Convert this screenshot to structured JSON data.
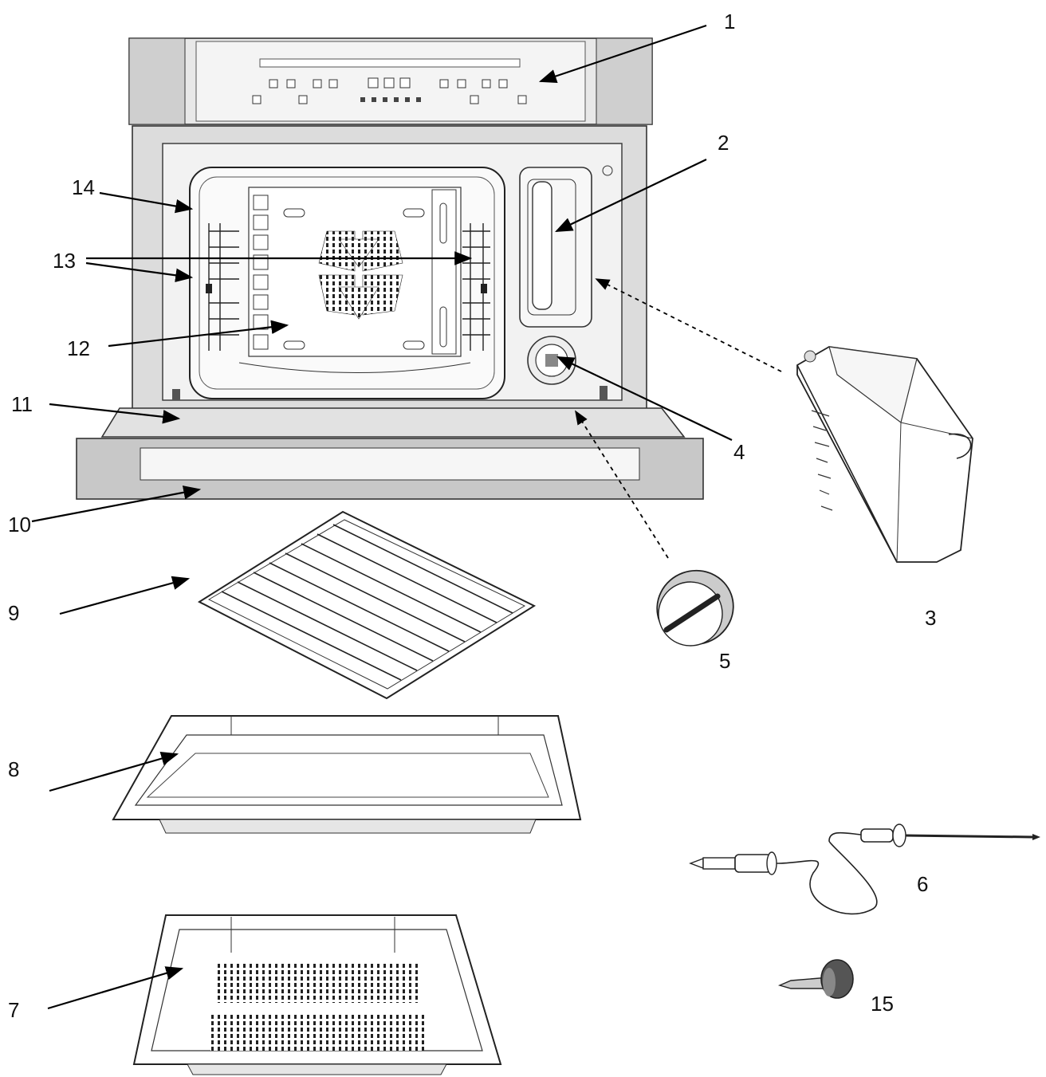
{
  "callouts": [
    {
      "id": "1",
      "label": "1"
    },
    {
      "id": "2",
      "label": "2"
    },
    {
      "id": "3",
      "label": "3"
    },
    {
      "id": "4",
      "label": "4"
    },
    {
      "id": "5",
      "label": "5"
    },
    {
      "id": "6",
      "label": "6"
    },
    {
      "id": "7",
      "label": "7"
    },
    {
      "id": "8",
      "label": "8"
    },
    {
      "id": "9",
      "label": "9"
    },
    {
      "id": "10",
      "label": "10"
    },
    {
      "id": "11",
      "label": "11"
    },
    {
      "id": "12",
      "label": "12"
    },
    {
      "id": "13",
      "label": "13"
    },
    {
      "id": "14",
      "label": "14"
    },
    {
      "id": "15",
      "label": "15"
    }
  ],
  "colors": {
    "line": "#222222",
    "panel": "#d9d9d9",
    "background": "#ffffff"
  }
}
